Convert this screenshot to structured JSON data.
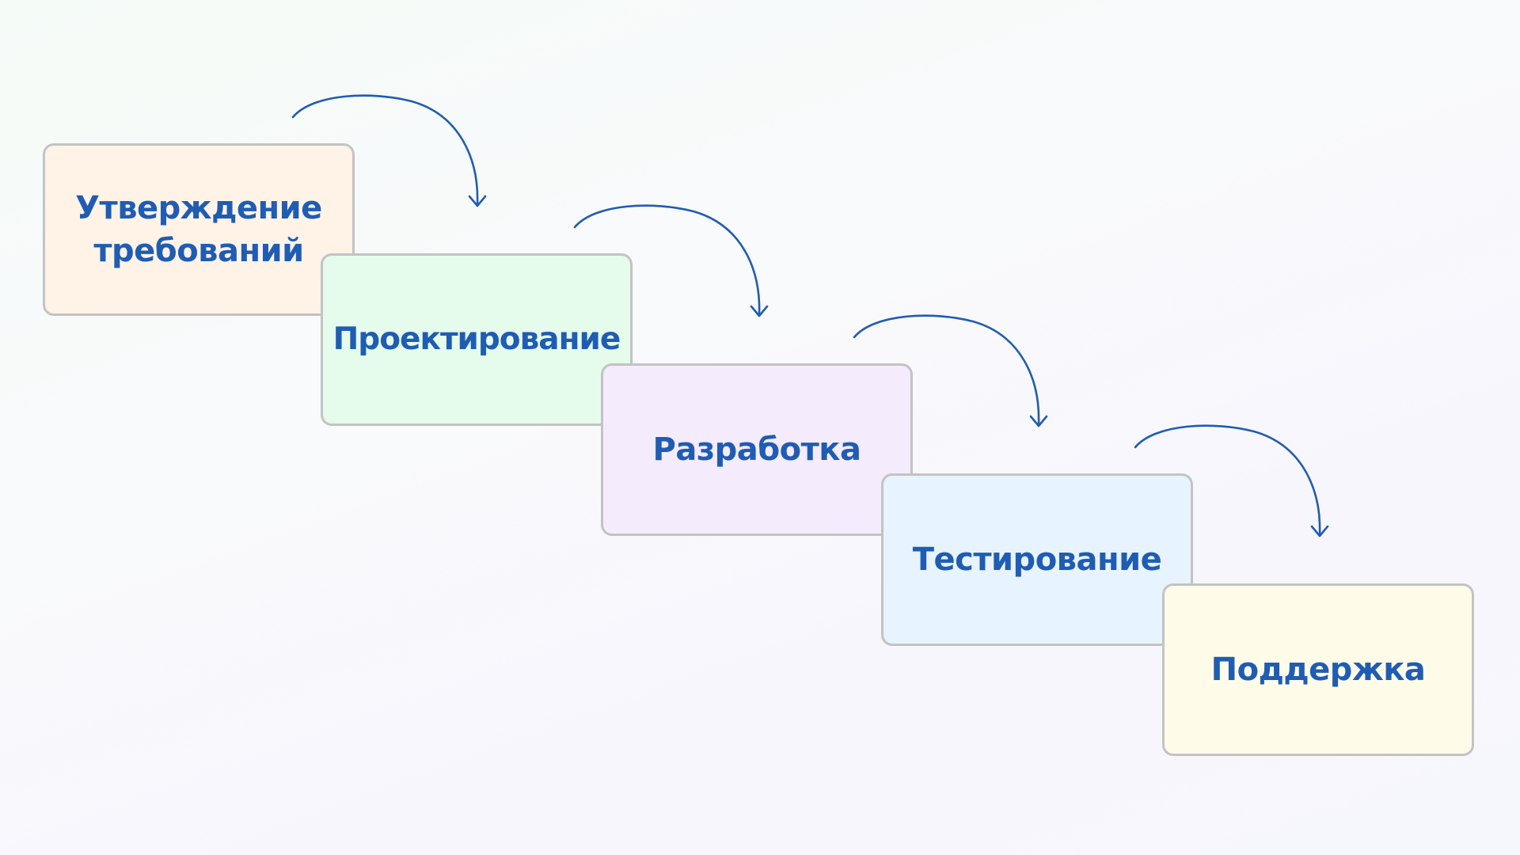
{
  "diagram": {
    "stages": [
      {
        "id": "stage-1",
        "label": "Утверждение\nтребований",
        "fill": "#fff3e8"
      },
      {
        "id": "stage-2",
        "label": "Проектирование",
        "fill": "#e5fbeb"
      },
      {
        "id": "stage-3",
        "label": "Разработка",
        "fill": "#f4ebfd"
      },
      {
        "id": "stage-4",
        "label": "Тестирование",
        "fill": "#e7f3fe"
      },
      {
        "id": "stage-5",
        "label": "Поддержка",
        "fill": "#fefce8"
      }
    ],
    "colors": {
      "text": "#1f5cb4",
      "arrow": "#1f5cb4",
      "border": "#c3c3c3"
    }
  }
}
